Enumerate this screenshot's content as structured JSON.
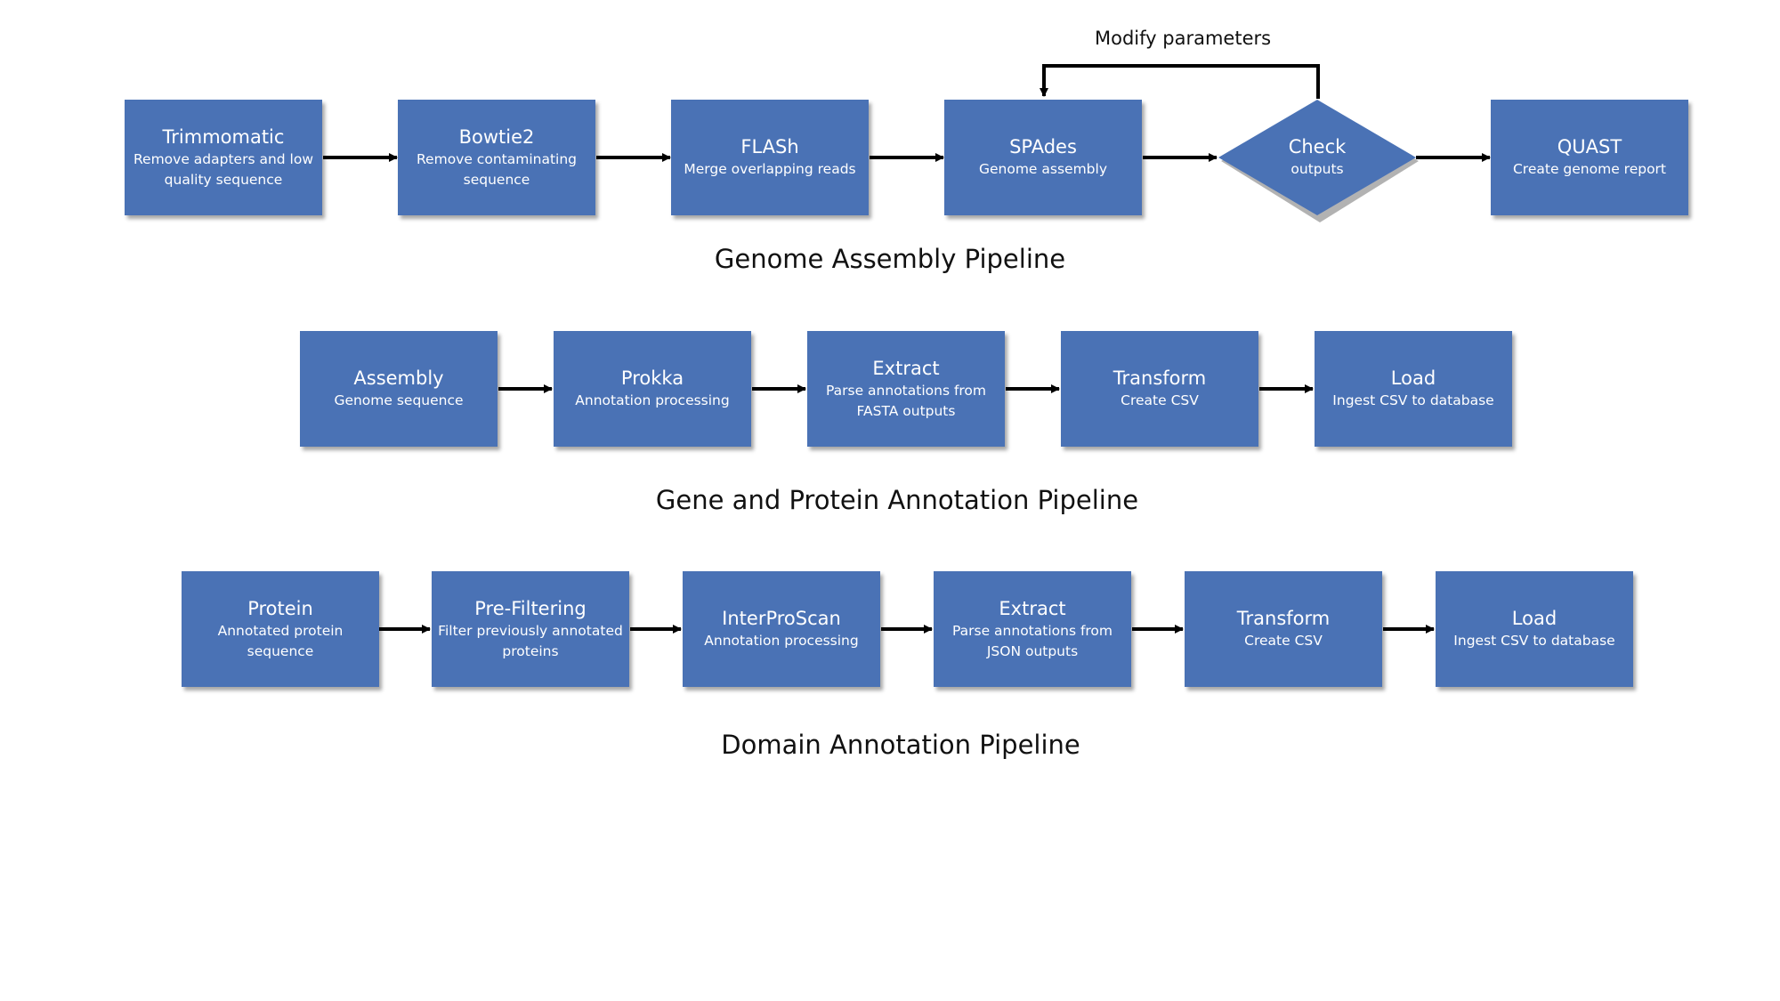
{
  "colors": {
    "box_fill": "#4a72b5",
    "box_text": "#ffffff",
    "arrow": "#000000",
    "title_text": "#111111"
  },
  "genome_pipeline": {
    "title": "Genome Assembly Pipeline",
    "loop_label": "Modify parameters",
    "nodes": [
      {
        "title": "Trimmomatic",
        "sub": "Remove adapters and low quality sequence"
      },
      {
        "title": "Bowtie2",
        "sub": "Remove contaminating sequence"
      },
      {
        "title": "FLASh",
        "sub": "Merge overlapping reads"
      },
      {
        "title": "SPAdes",
        "sub": "Genome assembly"
      },
      {
        "title": "Check",
        "sub": "outputs",
        "shape": "decision"
      },
      {
        "title": "QUAST",
        "sub": "Create genome report"
      }
    ]
  },
  "gene_pipeline": {
    "title": "Gene and Protein Annotation Pipeline",
    "nodes": [
      {
        "title": "Assembly",
        "sub": "Genome sequence"
      },
      {
        "title": "Prokka",
        "sub": "Annotation processing"
      },
      {
        "title": "Extract",
        "sub": "Parse annotations from FASTA outputs"
      },
      {
        "title": "Transform",
        "sub": "Create CSV"
      },
      {
        "title": "Load",
        "sub": "Ingest CSV to database"
      }
    ]
  },
  "domain_pipeline": {
    "title": "Domain Annotation Pipeline",
    "nodes": [
      {
        "title": "Protein",
        "sub": "Annotated protein sequence"
      },
      {
        "title": "Pre-Filtering",
        "sub": "Filter previously annotated proteins"
      },
      {
        "title": "InterProScan",
        "sub": "Annotation processing"
      },
      {
        "title": "Extract",
        "sub": "Parse annotations from JSON outputs"
      },
      {
        "title": "Transform",
        "sub": "Create CSV"
      },
      {
        "title": "Load",
        "sub": "Ingest CSV to database"
      }
    ]
  }
}
